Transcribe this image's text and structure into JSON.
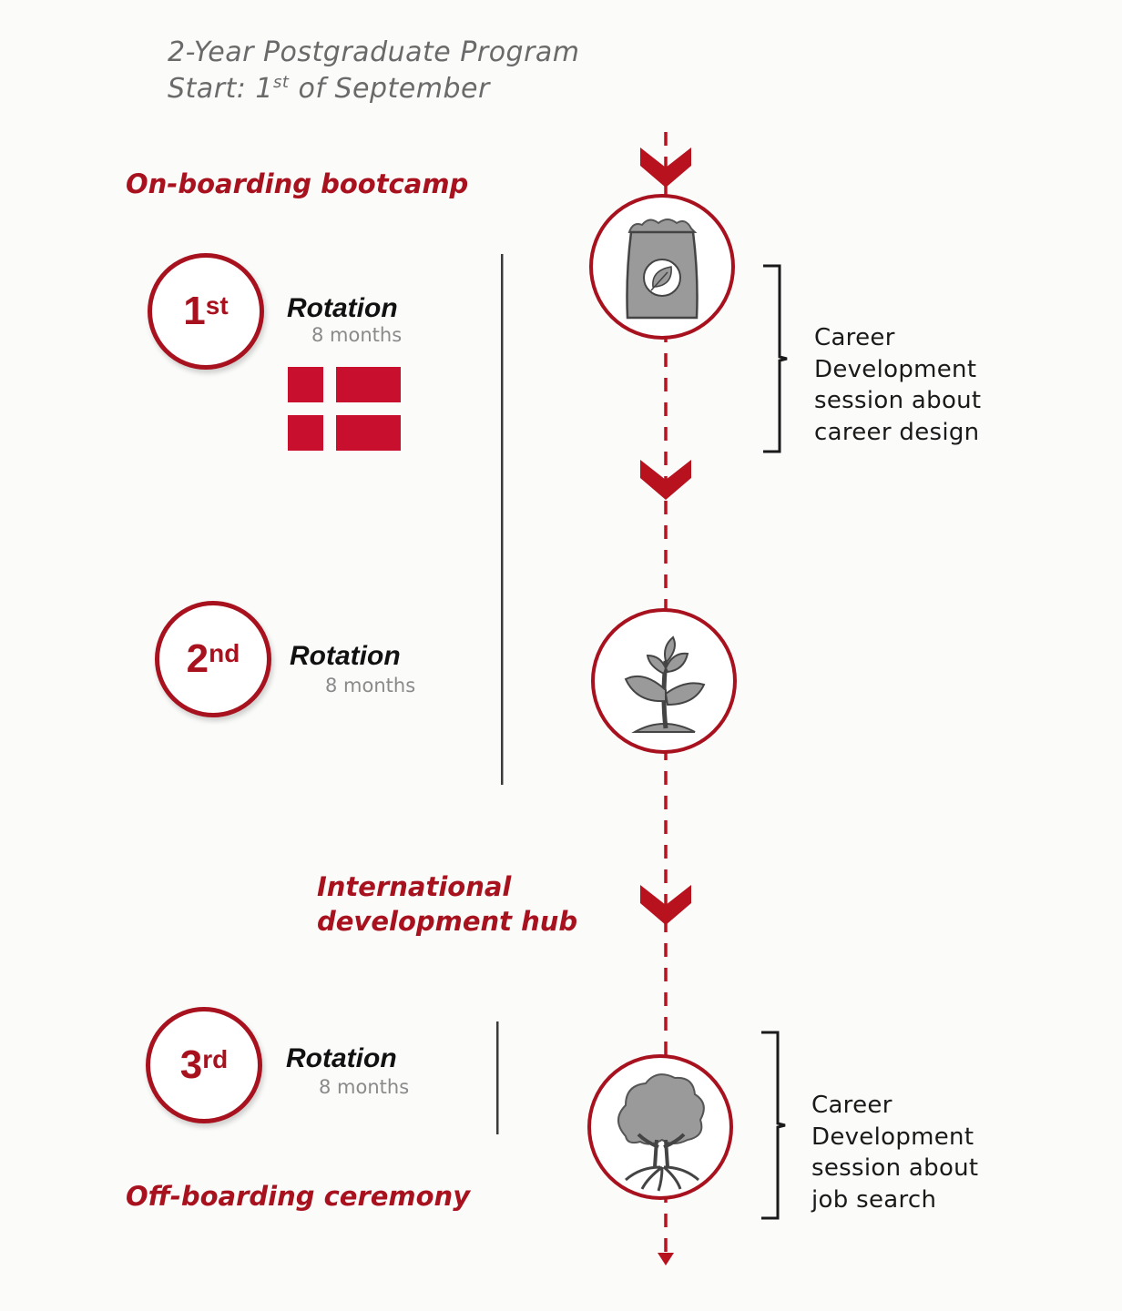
{
  "header": {
    "line1": "2-Year Postgraduate Program",
    "start_prefix": "Start: 1",
    "start_sup": "st",
    "start_suffix": " of September"
  },
  "phases": {
    "onboarding": "On-boarding bootcamp",
    "hub_line1": "International",
    "hub_line2": "development hub",
    "offboarding": "Off-boarding ceremony"
  },
  "rotations": [
    {
      "num": "1",
      "sup": "st",
      "title": "Rotation",
      "duration": "8 months"
    },
    {
      "num": "2",
      "sup": "nd",
      "title": "Rotation",
      "duration": "8 months"
    },
    {
      "num": "3",
      "sup": "rd",
      "title": "Rotation",
      "duration": "8 months"
    }
  ],
  "career_sessions": [
    {
      "lines": [
        "Career",
        "Development",
        "session about",
        "career design"
      ]
    },
    {
      "lines": [
        "Career",
        "Development",
        "session about",
        "job search"
      ]
    }
  ],
  "icons": [
    "seed-bag-icon",
    "sprout-icon",
    "tree-icon",
    "danish-flag-icon"
  ],
  "colors": {
    "accent": "#a8121f",
    "flag_red": "#c8102e",
    "icon_gray": "#9a9a9a"
  }
}
